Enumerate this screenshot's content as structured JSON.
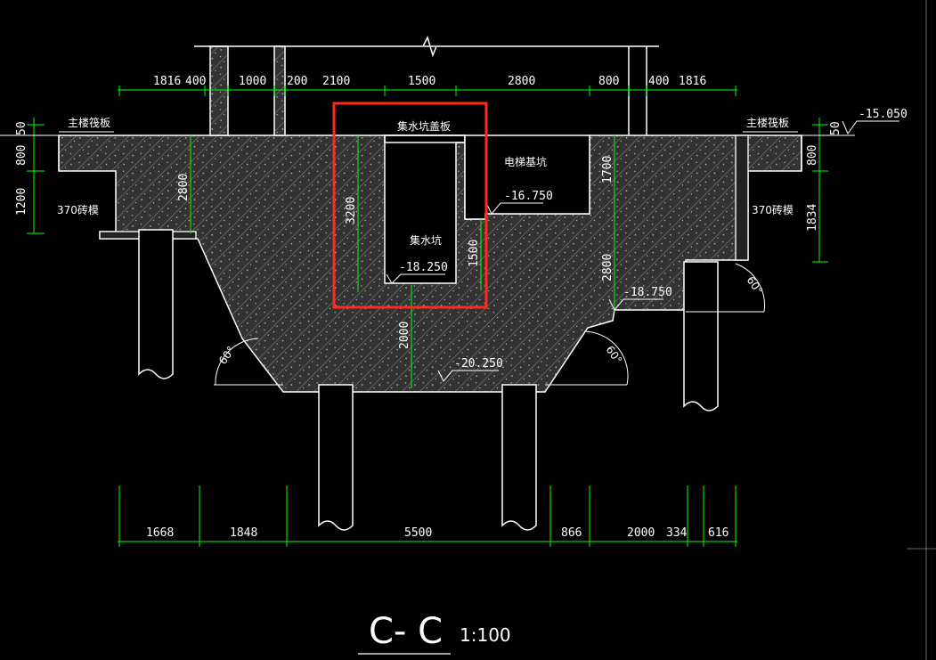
{
  "drawing": {
    "title": "C- C",
    "scale": "1:100"
  },
  "top_dims": [
    "1816",
    "400",
    "1000",
    "200",
    "2100",
    "1500",
    "2800",
    "800",
    "400",
    "1816"
  ],
  "bottom_dims": [
    "1668",
    "1848",
    "5500",
    "866",
    "2000",
    "334",
    "616"
  ],
  "vertical_dims": {
    "left_50": "50",
    "left_800": "800",
    "left_1200": "1200",
    "right_50": "50",
    "right_800": "800",
    "right_1834": "1834",
    "inner_2800_left": "2800",
    "pit_3200": "3200",
    "pit_1500": "1500",
    "elev_1700": "1700",
    "inner_2800_right": "2800",
    "bottom_2000": "2000"
  },
  "labels": {
    "main_slab_left": "主楼筏板",
    "main_slab_right": "主楼筏板",
    "brick_left": "370砖模",
    "brick_right": "370砖模",
    "cover_plate": "集水坑盖板",
    "sump_pit": "集水坑",
    "elevator_pit": "电梯基坑"
  },
  "elevations": {
    "top_right": "-15.050",
    "elevator_bottom": "-16.750",
    "sump_bottom": "-18.250",
    "right_step": "-18.750",
    "base_bottom": "-20.250"
  },
  "angles": {
    "left": "60°",
    "right": "60°",
    "far_right": "60°"
  },
  "colors": {
    "background": "#000000",
    "lines": "#ffffff",
    "dimension": "#00ff00",
    "highlight": "#ff2a1a",
    "concrete": "#3a3a3a"
  }
}
